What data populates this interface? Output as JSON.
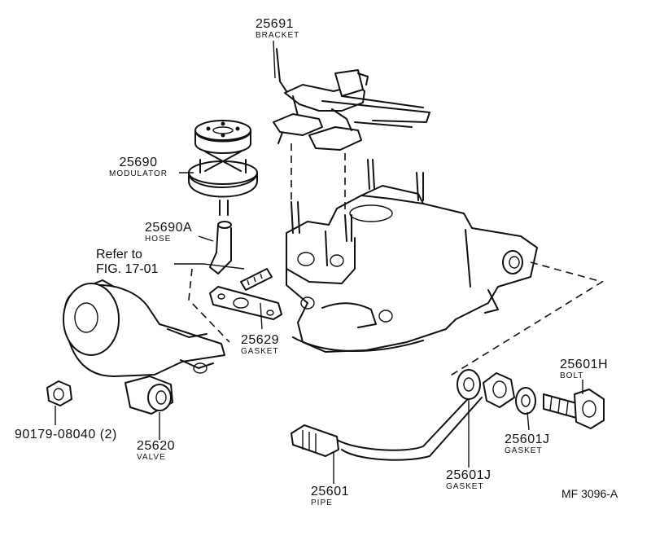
{
  "parts": {
    "bracket": {
      "number": "25691",
      "name": "BRACKET"
    },
    "modulator": {
      "number": "25690",
      "name": "MODULATOR"
    },
    "hose": {
      "number": "25690A",
      "name": "HOSE"
    },
    "gasket_main": {
      "number": "25629",
      "name": "GASKET"
    },
    "bolt": {
      "number": "25601H",
      "name": "BOLT"
    },
    "gasket_outer": {
      "number": "25601J",
      "name": "GASKET"
    },
    "gasket_inner": {
      "number": "25601J",
      "name": "GASKET"
    },
    "valve": {
      "number": "25620",
      "name": "VALVE"
    },
    "pipe": {
      "number": "25601",
      "name": "PIPE"
    },
    "nut": {
      "number": "90179-08040 (2)"
    }
  },
  "refer_to": {
    "line1": "Refer to",
    "line2": "FIG. 17-01"
  },
  "figure_code": "MF 3096-A"
}
